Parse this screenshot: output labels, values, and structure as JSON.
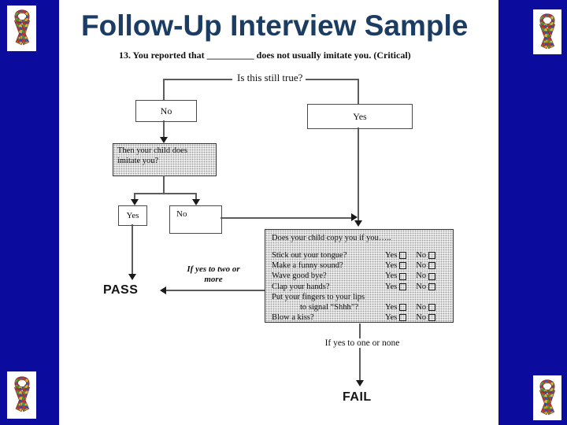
{
  "slide": {
    "title": "Follow-Up Interview Sample"
  },
  "flowchart": {
    "question": "13. You reported that __________ does not usually imitate you. (Critical)",
    "still_true_label": "Is this still true?",
    "no_box_1": "No",
    "yes_box_1": "Yes",
    "then_imitate_box": "Then your child does imitate you?",
    "yes_box_2": "Yes",
    "no_box_2": "No",
    "copy_box": {
      "header": "Does your child copy you if you…..",
      "yes_label": "Yes",
      "no_label": "No",
      "items": [
        {
          "label": "Stick out your tongue?",
          "yes_no": true,
          "indent": false
        },
        {
          "label": "Make a funny sound?",
          "yes_no": true,
          "indent": false
        },
        {
          "label": "Wave good bye?",
          "yes_no": true,
          "indent": false
        },
        {
          "label": "Clap your hands?",
          "yes_no": true,
          "indent": false
        },
        {
          "label": "Put your fingers to your lips",
          "yes_no": false,
          "indent": false
        },
        {
          "label": "to signal “Shhh”?",
          "yes_no": true,
          "indent": true
        },
        {
          "label": "Blow a kiss?",
          "yes_no": true,
          "indent": false
        }
      ]
    },
    "pass_condition": "If yes to two or more",
    "pass_label": "PASS",
    "fail_condition": "If yes to one or none",
    "fail_label": "FAIL"
  },
  "decorations": {
    "corner_icon": "autism-awareness-puzzle-ribbon",
    "background_blue": "#0b0b9e",
    "title_color": "#1b3c63"
  }
}
